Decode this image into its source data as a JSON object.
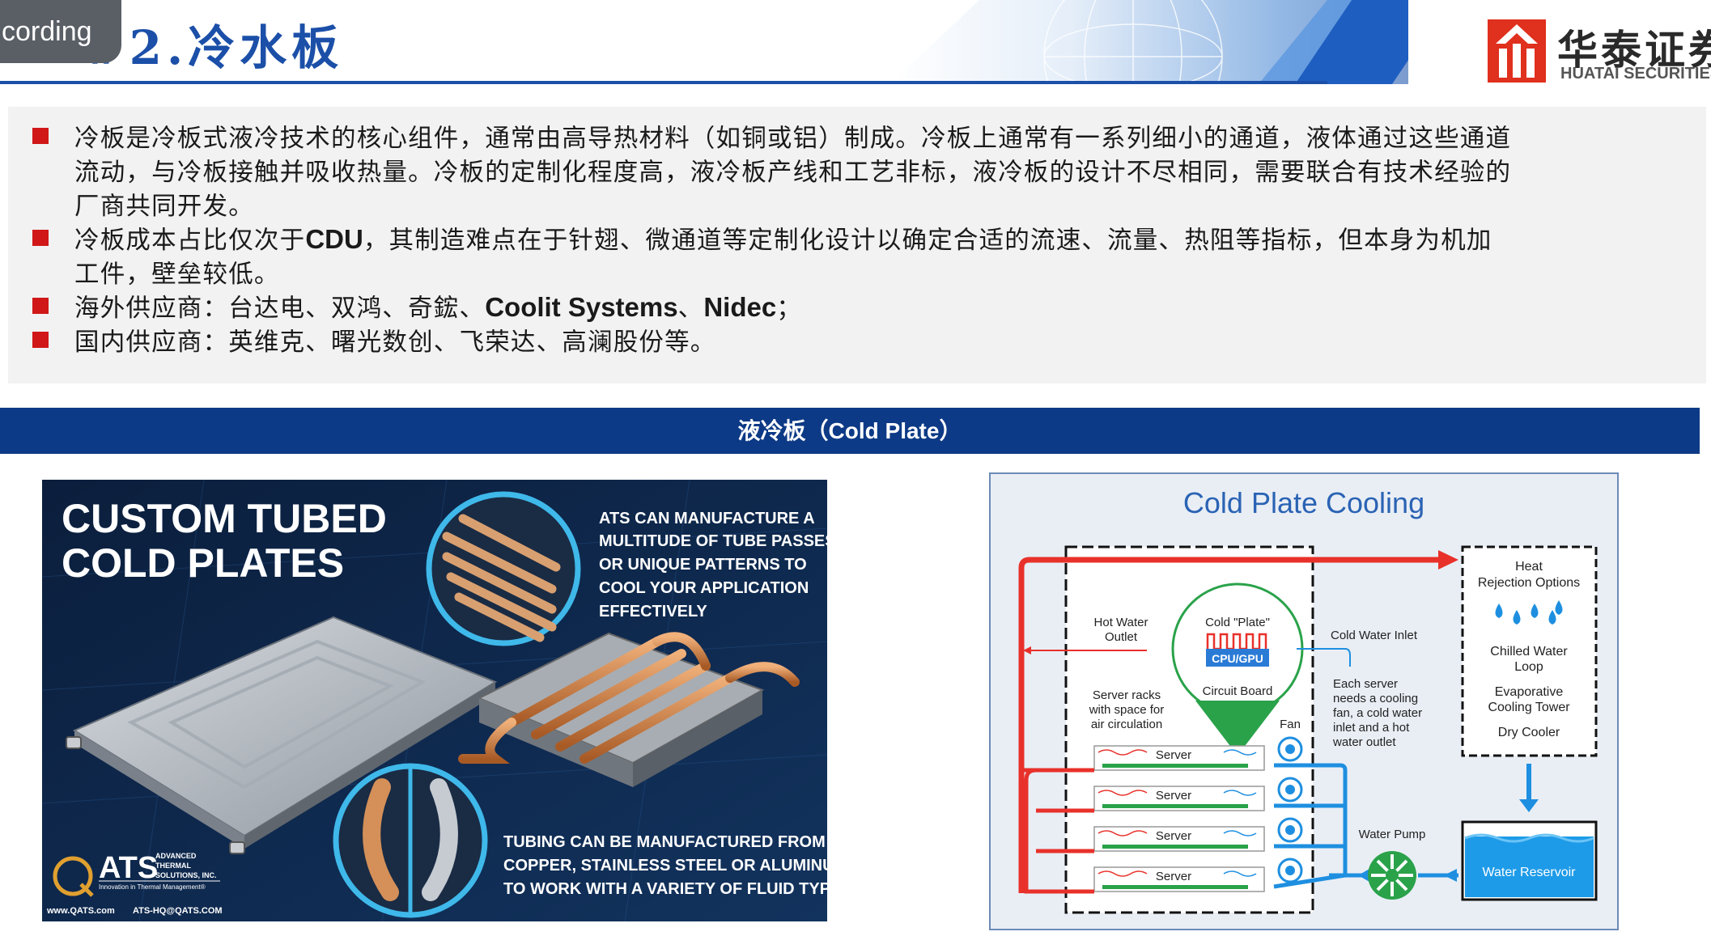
{
  "recording_badge": "cording",
  "header": {
    "title_prefix": "#2.",
    "title": "冷水板",
    "brand_cn": "华泰证券",
    "brand_en": "HUATAI SECURITIES"
  },
  "bullets": {
    "b1_l1": "冷板是冷板式液冷技术的核心组件，通常由高导热材料（如铜或铝）制成。冷板上通常有一系列细小的通道，液体通过这些通道",
    "b1_l2": "流动，与冷板接触并吸收热量。冷板的定制化程度高，液冷板产线和工艺非标，液冷板的设计不尽相同，需要联合有技术经验的",
    "b1_l3": "厂商共同开发。",
    "b2_l1a": "冷板成本占比仅次于",
    "b2_l1b": "CDU",
    "b2_l1c": "，其制造难点在于针翅、微通道等定制化设计以确定合适的流速、流量、热阻等指标，但本身为机加",
    "b2_l2": "工件，壁垒较低。",
    "b3a": "海外供应商：台达电、双鸿、奇鋐、",
    "b3b": "Coolit Systems",
    "b3c": "、",
    "b3d": "Nidec",
    "b3e": "；",
    "b4": "国内供应商：英维克、曙光数创、飞荣达、高澜股份等。"
  },
  "section_bar": {
    "label_cn": "液冷板（",
    "label_en": "Cold Plate",
    "label_end": "）"
  },
  "ats_image": {
    "headline_l1": "CUSTOM TUBED",
    "headline_l2": "COLD PLATES",
    "caption1_l1": "ATS CAN MANUFACTURE A",
    "caption1_l2": "MULTITUDE OF TUBE PASSES",
    "caption1_l3": "OR UNIQUE PATTERNS TO",
    "caption1_l4": "COOL YOUR APPLICATION",
    "caption1_l5": "EFFECTIVELY",
    "caption2_l1": "TUBING CAN BE MANUFACTURED FROM",
    "caption2_l2": "COPPER, STAINLESS STEEL OR ALUMINUM",
    "caption2_l3": "TO WORK WITH A VARIETY OF FLUID TYPES",
    "logo_ats": "ATS",
    "logo_sub1": "ADVANCED",
    "logo_sub2": "THERMAL",
    "logo_sub3": "SOLUTIONS, INC.",
    "logo_tag": "Innovation in Thermal Management®",
    "footer_web": "www.QATS.com",
    "footer_mail": "ATS-HQ@QATS.COM"
  },
  "diagram": {
    "title": "Cold Plate Cooling",
    "heat_l1": "Heat",
    "heat_l2": "Rejection Options",
    "chilled_l1": "Chilled Water",
    "chilled_l2": "Loop",
    "evap_l1": "Evaporative",
    "evap_l2": "Cooling Tower",
    "dry": "Dry Cooler",
    "hot_l1": "Hot Water",
    "hot_l2": "Outlet",
    "cold_plate_label": "Cold \"Plate\"",
    "cpu_gpu": "CPU/GPU",
    "circuit_board": "Circuit Board",
    "cold_inlet": "Cold Water Inlet",
    "racks_l1": "Server racks",
    "racks_l2": "with space for",
    "racks_l3": "air circulation",
    "each_l1": "Each server",
    "each_l2": "needs a cooling",
    "each_l3": "fan, a cold water",
    "each_l4": "inlet and a hot",
    "each_l5": "water outlet",
    "fan": "Fan",
    "server": "Server",
    "water_pump": "Water Pump",
    "reservoir": "Water Reservoir"
  },
  "colors": {
    "brand_blue": "#1b4fa8",
    "section_navy": "#0d3a86",
    "bullet_red": "#d01818",
    "hot_red": "#e8312a",
    "cold_blue": "#1e8fe0"
  }
}
